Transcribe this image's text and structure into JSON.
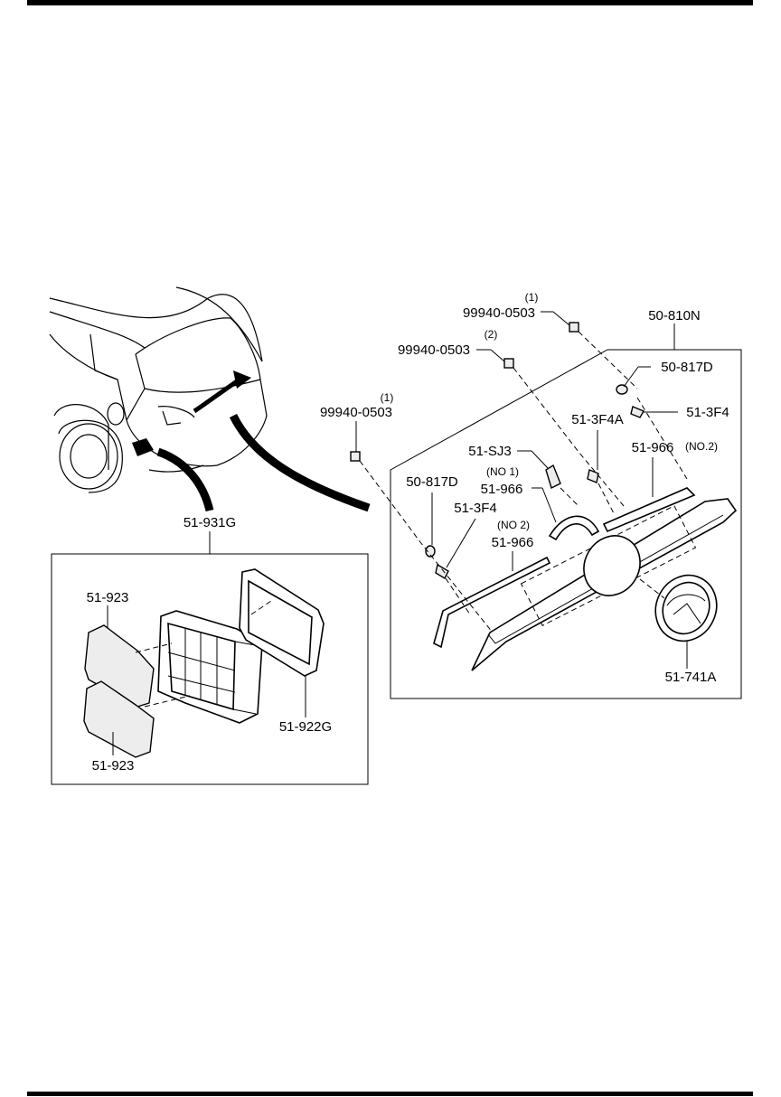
{
  "labels": {
    "assembly_main": "50-810N",
    "clip_a": "50-817D",
    "clip_b": "50-817D",
    "screw_a": "51-3F4",
    "screw_b": "51-3F4",
    "screw_c": "51-3F4A",
    "bracket": "51-SJ3",
    "molding_top": "51-966",
    "molding_top_note": "(NO.2)",
    "molding_mid": "51-966",
    "molding_mid_note": "(NO 1)",
    "molding_low": "51-966",
    "molding_low_note": "(NO 2)",
    "emblem": "51-741A",
    "bolt_1": "99940-0503",
    "bolt_1_qty": "(1)",
    "bolt_2": "99940-0503",
    "bolt_2_qty": "(2)",
    "bolt_3": "99940-0503",
    "bolt_3_qty": "(1)",
    "sub_assembly": "51-931G",
    "gasket": "51-922G",
    "cover_top": "51-923",
    "cover_bottom": "51-923"
  }
}
